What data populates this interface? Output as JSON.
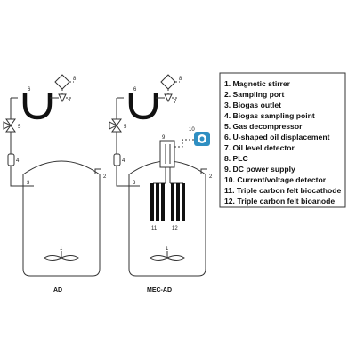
{
  "reactors": [
    {
      "caption": "AD",
      "labels": {
        "stirrer": "1",
        "port": "2",
        "outlet": "3",
        "sampling": "4",
        "decompressor": "5",
        "u_tube": "6",
        "detector": "7",
        "plc": "8"
      }
    },
    {
      "caption": "MEC-AD",
      "labels": {
        "stirrer": "1",
        "port": "2",
        "outlet": "3",
        "sampling": "4",
        "decompressor": "5",
        "u_tube": "6",
        "detector": "7",
        "plc": "8",
        "power": "9",
        "meter": "10",
        "biocathode": "11",
        "bioanode": "12"
      }
    }
  ],
  "legend": [
    "1. Magnetic stirrer",
    "2. Sampling port",
    "3. Biogas outlet",
    "4. Biogas sampling point",
    "5. Gas decompressor",
    "6. U-shaped oil displacement",
    "7. Oil level detector",
    "8. PLC",
    "9. DC power supply",
    "10. Current/voltage detector",
    "11. Triple carbon felt biocathode",
    "12. Triple carbon felt bioanode"
  ],
  "colors": {
    "line": "#333333",
    "meter": "#2f8fc2",
    "electrode": "#111111"
  }
}
